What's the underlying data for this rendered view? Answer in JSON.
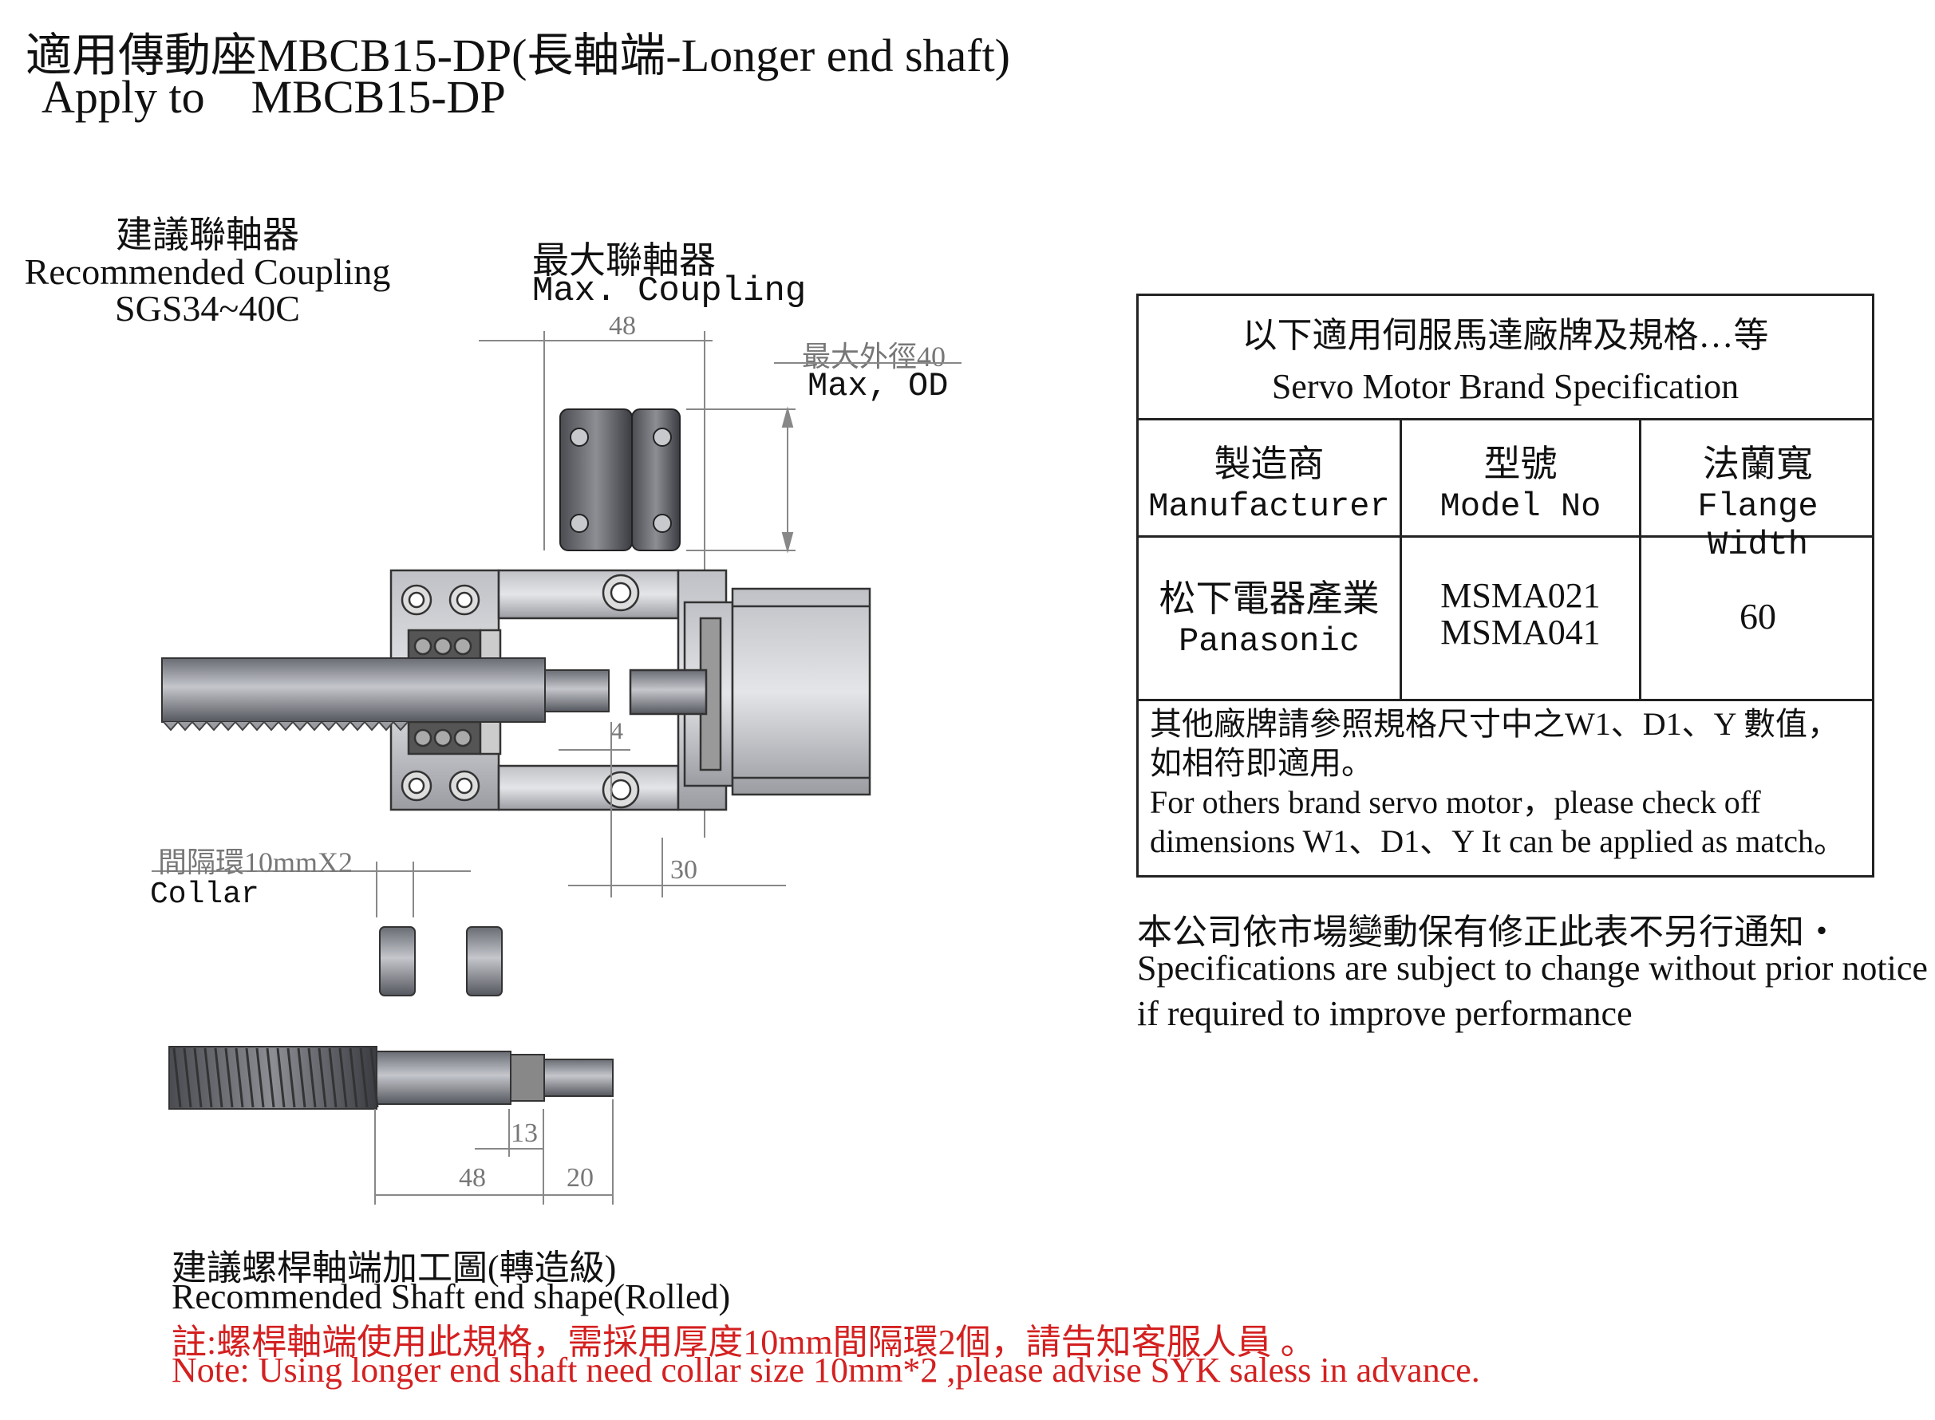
{
  "header": {
    "title_line1": "適用傳動座MBCB15-DP(長軸端-Longer end shaft)",
    "title_line2": "Apply to    MBCB15-DP"
  },
  "coupling": {
    "recommended_zh": "建議聯軸器",
    "recommended_en": "Recommended Coupling",
    "recommended_model": "SGS34~40C",
    "max_zh": "最大聯軸器",
    "max_en": "Max. Coupling",
    "max_od_zh": "最大外徑40",
    "max_od_en": "Max, OD"
  },
  "dimensions": {
    "coupling_length": "48",
    "gap": "4",
    "motor_offset": "30",
    "shaft_step": "13",
    "shaft_length": "48",
    "shaft_end": "20"
  },
  "collar": {
    "label_zh": "間隔環10mmX2",
    "label_en": "Collar"
  },
  "shaft_caption": {
    "line_zh": "建議螺桿軸端加工圖(轉造級)",
    "line_en": "Recommended Shaft end shape(Rolled)",
    "note_zh": "註:螺桿軸端使用此規格，需採用厚度10mm間隔環2個，請告知客服人員 。",
    "note_en": "Note: Using longer end shaft need collar size 10mm*2  ,please advise SYK  saless in advance."
  },
  "spec_table": {
    "title_zh": "以下適用伺服馬達廠牌及規格…等",
    "title_en": "Servo Motor Brand Specification",
    "headers": [
      {
        "zh": "製造商",
        "en": "Manufacturer"
      },
      {
        "zh": "型號",
        "en": "Model No"
      },
      {
        "zh": "法蘭寬",
        "en": "Flange Width"
      }
    ],
    "row": {
      "maker_zh": "松下電器產業",
      "maker_en": "Panasonic",
      "model_1": "MSMA021",
      "model_2": "MSMA041",
      "flange": "60"
    },
    "footer_zh_1": "其他廠牌請參照規格尺寸中之W1、D1、Y 數值，",
    "footer_zh_2": "如相符即適用。",
    "footer_en_1": "For others brand servo motor，please check off",
    "footer_en_2": "dimensions W1、D1、Y It can be applied as match。"
  },
  "notice": {
    "zh": "本公司依市場變動保有修正此表不另行通知・",
    "en_1": "Specifications are subject to change without prior notice",
    "en_2": "if required to improve performance"
  }
}
